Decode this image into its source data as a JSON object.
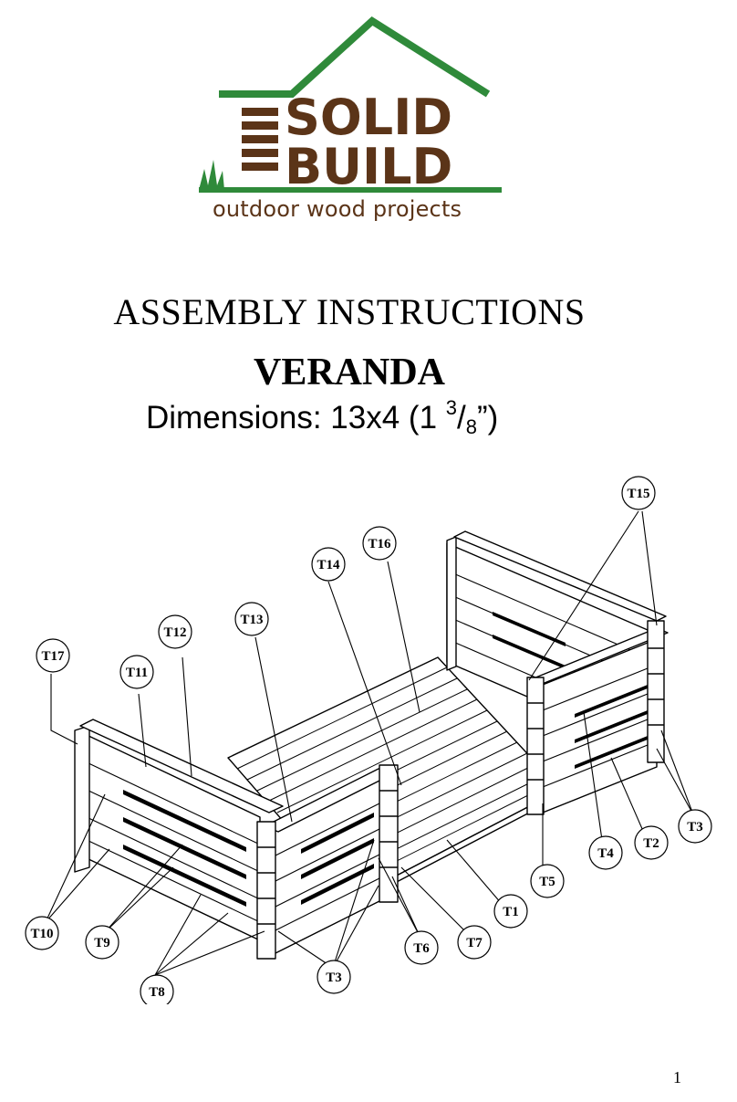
{
  "logo": {
    "line1": "SOLID",
    "line2": "BUILD",
    "tagline": "outdoor wood projects",
    "colors": {
      "green": "#2f8a3a",
      "brown": "#5b3418"
    }
  },
  "header": {
    "title": "ASSEMBLY INSTRUCTIONS",
    "product": "VERANDA",
    "dimensions_prefix": "Dimensions: 13x4 (1 ",
    "dimensions_num": "3",
    "dimensions_den": "8",
    "dimensions_suffix": "”)"
  },
  "callouts": {
    "t1": "T1",
    "t2": "T2",
    "t3a": "T3",
    "t3b": "T3",
    "t4": "T4",
    "t5": "T5",
    "t6": "T6",
    "t7": "T7",
    "t8": "T8",
    "t9": "T9",
    "t10": "T10",
    "t11": "T11",
    "t12": "T12",
    "t13": "T13",
    "t14": "T14",
    "t15": "T15",
    "t16": "T16",
    "t17": "T17"
  },
  "footer": {
    "page_number": "1"
  }
}
